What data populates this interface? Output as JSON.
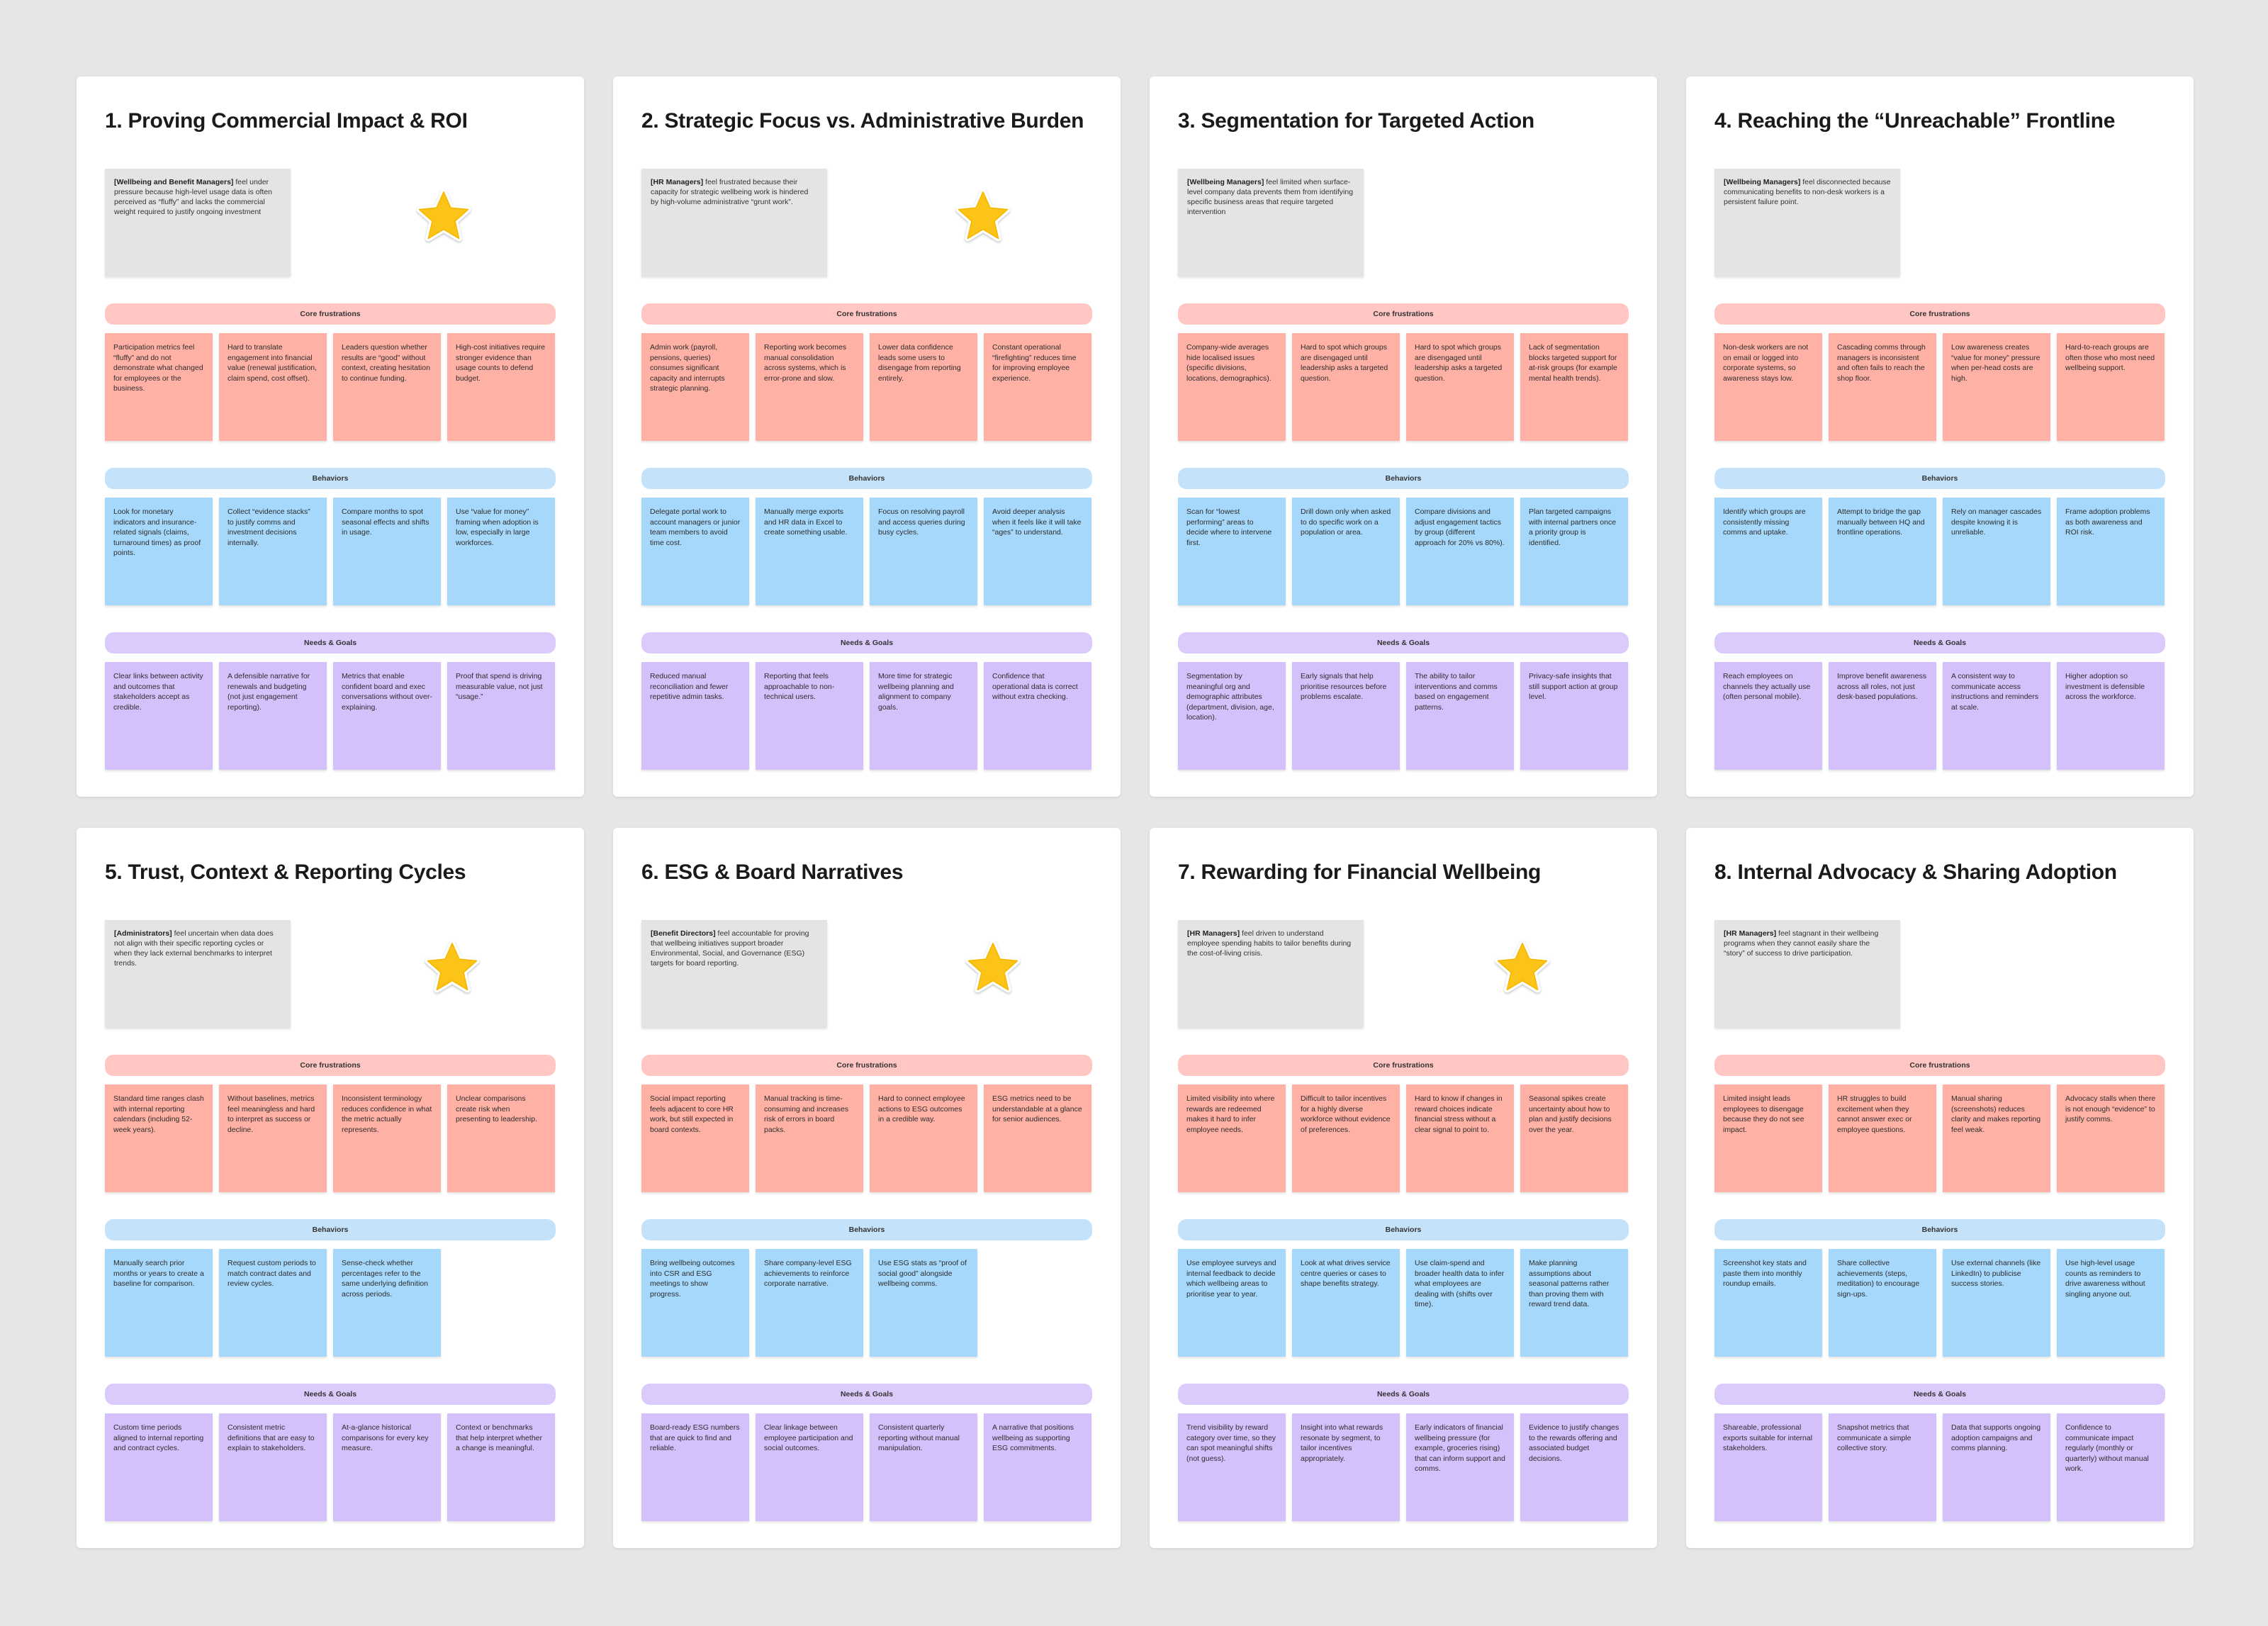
{
  "boards": [
    {
      "title": "1. Proving Commercial Impact & ROI",
      "persona_role": "[Wellbeing and Benefit Managers]",
      "persona_text": " feel under pressure because high-level usage data is often perceived as “fluffy” and lacks  the commercial weight required to justify ongoing investment",
      "starred": true,
      "frustrations_label": "Core frustrations",
      "frustrations": [
        "Participation metrics feel “fluffy” and do not demonstrate what changed for employees or the business.",
        "Hard to translate engagement into financial value (renewal justification, claim spend, cost offset).",
        "Leaders question whether results are “good” without context, creating hesitation to continue funding.",
        "High-cost initiatives require stronger evidence than usage counts to defend budget."
      ],
      "behaviors_label": "Behaviors",
      "behaviors": [
        "Look for monetary indicators and insurance-related signals (claims, turnaround times) as proof points.",
        "Collect “evidence stacks” to justify comms and investment decisions internally.",
        "Compare months to spot seasonal effects and shifts in usage.",
        "Use “value for money” framing when adoption is low, especially in large workforces."
      ],
      "needs_label": "Needs & Goals",
      "needs": [
        "Clear links between activity and outcomes that stakeholders accept as credible.",
        "A defensible narrative for renewals and budgeting (not just engagement reporting).",
        "Metrics that enable confident board and exec conversations without over-explaining.",
        "Proof that spend is driving measurable value, not just “usage.”"
      ]
    },
    {
      "title": "2. Strategic Focus vs. Administrative Burden",
      "persona_role": "[HR Managers]",
      "persona_text": " feel frustrated because their capacity for strategic wellbeing work is hindered by high-volume administrative “grunt work”.",
      "starred": true,
      "frustrations_label": "Core frustrations",
      "frustrations": [
        "Admin work (payroll, pensions, queries) consumes significant capacity and interrupts strategic planning.",
        "Reporting work becomes manual consolidation across systems, which is error-prone and slow.",
        "Lower data confidence leads some users to disengage from reporting entirely.",
        "Constant operational “firefighting” reduces time for improving employee experience."
      ],
      "behaviors_label": "Behaviors",
      "behaviors": [
        "Delegate portal work to account managers or junior team members to avoid time cost.",
        "Manually merge exports and HR data in Excel to create something usable.",
        "Focus on resolving payroll and access queries during busy cycles.",
        "Avoid deeper analysis when it feels like it will take “ages” to understand."
      ],
      "needs_label": "Needs & Goals",
      "needs": [
        "Reduced manual reconciliation and fewer repetitive admin tasks.",
        "Reporting that feels approachable to non-technical users.",
        "More time for strategic wellbeing planning and alignment to company goals.",
        "Confidence that operational data is correct without extra checking."
      ]
    },
    {
      "title": "3. Segmentation for Targeted Action",
      "persona_role": "[Wellbeing Managers]",
      "persona_text": " feel limited when surface-level company data prevents them from identifying specific business areas that require targeted intervention",
      "starred": false,
      "frustrations_label": "Core frustrations",
      "frustrations": [
        "Company-wide averages hide localised issues (specific divisions, locations, demographics).",
        "Hard to spot which groups are disengaged until leadership asks a targeted question.",
        "Hard to spot which groups are disengaged until leadership asks a targeted question.",
        "Lack of segmentation blocks targeted support for at-risk groups (for example mental health trends)."
      ],
      "behaviors_label": "Behaviors",
      "behaviors": [
        "Scan for “lowest performing” areas to decide where to intervene first.",
        "Drill down only when asked to do specific work on a population or area.",
        "Compare divisions and adjust engagement tactics by group (different approach for 20% vs 80%).",
        "Plan targeted campaigns with internal partners once a priority group is identified."
      ],
      "needs_label": "Needs & Goals",
      "needs": [
        "Segmentation by meaningful org and demographic attributes (department, division, age, location).",
        "Early signals that help prioritise resources before problems escalate.",
        "The ability to tailor interventions and comms based on engagement patterns.",
        "Privacy-safe insights that still support action at group level."
      ]
    },
    {
      "title": "4. Reaching the “Unreachable” Frontline",
      "persona_role": "[Wellbeing Managers]",
      "persona_text": " feel disconnected because communicating benefits to non-desk workers is a persistent failure point.",
      "starred": false,
      "frustrations_label": "Core frustrations",
      "frustrations": [
        "Non-desk workers are not on email or logged into corporate systems, so awareness stays low.",
        "Cascading comms through managers is inconsistent and often fails to reach the shop floor.",
        "Low awareness creates “value for money” pressure when per-head costs are high.",
        "Hard-to-reach groups are often those who most need wellbeing support."
      ],
      "behaviors_label": "Behaviors",
      "behaviors": [
        "Identify which groups are consistently missing comms and uptake.",
        "Attempt to bridge the gap manually between HQ and frontline operations.",
        "Rely on manager cascades despite knowing it is unreliable.",
        "Frame adoption problems as both awareness and ROI risk."
      ],
      "needs_label": "Needs & Goals",
      "needs": [
        "Reach employees on channels they actually use (often personal mobile).",
        "Improve benefit awareness across all roles, not just desk-based populations.",
        "A consistent way to communicate access instructions and reminders at scale.",
        "Higher adoption so investment is defensible across the workforce."
      ]
    },
    {
      "title": "5. Trust, Context & Reporting Cycles",
      "persona_role": "[Administrators]",
      "persona_text": " feel uncertain when data does not align with their specific reporting cycles or when they lack external benchmarks to interpret trends.",
      "starred": true,
      "frustrations_label": "Core frustrations",
      "frustrations": [
        "Standard time ranges clash with internal reporting calendars (including 52-week years).",
        "Without baselines, metrics feel meaningless and hard to interpret as success or decline.",
        "Inconsistent terminology reduces confidence in what the metric actually represents.",
        "Unclear comparisons create risk when presenting to leadership."
      ],
      "behaviors_label": "Behaviors",
      "behaviors": [
        "Manually search prior months or years to create a baseline for comparison.",
        "Request custom periods to match contract dates and review cycles.",
        "Sense-check whether percentages refer to the same underlying definition across periods."
      ],
      "needs_label": "Needs & Goals",
      "needs": [
        "Custom time periods aligned to internal reporting and contract cycles.",
        "Consistent metric definitions that are easy to explain to stakeholders.",
        "At-a-glance historical comparisons for every key measure.",
        "Context or benchmarks that help interpret whether a change is meaningful."
      ]
    },
    {
      "title": "6. ESG & Board Narratives",
      "persona_role": "[Benefit Directors]",
      "persona_text": " feel accountable for proving that wellbeing initiatives support broader Environmental, Social, and Governance (ESG) targets for board reporting.",
      "starred": true,
      "frustrations_label": "Core frustrations",
      "frustrations": [
        "Social impact reporting feels adjacent to core HR work, but still expected in board contexts.",
        "Manual tracking is time-consuming and increases risk of errors in board packs.",
        "Hard to connect employee actions to ESG outcomes in a credible way.",
        "ESG metrics need to be understandable at a glance for senior audiences."
      ],
      "behaviors_label": "Behaviors",
      "behaviors": [
        "Bring wellbeing outcomes into CSR and ESG meetings to show progress.",
        "Share company-level ESG achievements to reinforce corporate narrative.",
        "Use ESG stats as “proof of social good” alongside wellbeing comms."
      ],
      "needs_label": "Needs & Goals",
      "needs": [
        "Board-ready ESG numbers that are quick to find and reliable.",
        "Clear linkage between employee participation and social outcomes.",
        "Consistent quarterly reporting without manual manipulation.",
        "A narrative that positions wellbeing as supporting ESG commitments."
      ]
    },
    {
      "title": "7. Rewarding for Financial Wellbeing",
      "persona_role": "[HR Managers]",
      "persona_text": " feel driven to understand employee spending habits to tailor benefits during the cost-of-living crisis.",
      "starred": true,
      "frustrations_label": "Core frustrations",
      "frustrations": [
        "Limited visibility into where rewards are redeemed makes it hard to infer employee needs.",
        "Difficult to tailor incentives for a highly diverse workforce without evidence of preferences.",
        "Hard to know if changes in reward choices indicate financial stress without a clear signal to point to.",
        "Seasonal spikes create uncertainty about how to plan and justify decisions over the year."
      ],
      "behaviors_label": "Behaviors",
      "behaviors": [
        "Use employee surveys and internal feedback to decide which wellbeing areas to prioritise year to year.",
        "Look at what drives service centre queries or cases to shape benefits strategy.",
        "Use claim-spend and broader health data to infer what employees are dealing with (shifts over time).",
        "Make planning assumptions about seasonal patterns rather than proving them with reward trend data."
      ],
      "needs_label": "Needs & Goals",
      "needs": [
        "Trend visibility by reward category over time, so they can spot meaningful shifts (not guess).",
        "Insight into what rewards resonate by segment, to tailor incentives appropriately.",
        "Early indicators of financial wellbeing pressure (for example, groceries rising) that can inform support and comms.",
        "Evidence to justify changes to the rewards offering and associated budget decisions."
      ]
    },
    {
      "title": "8. Internal Advocacy & Sharing Adoption",
      "persona_role": "[HR Managers]",
      "persona_text": " feel stagnant in their wellbeing programs when they cannot easily share the “story” of success to drive participation.",
      "starred": false,
      "frustrations_label": "Core frustrations",
      "frustrations": [
        "Limited insight leads employees to disengage because they do not see impact.",
        "HR struggles to build excitement when they cannot answer exec or employee questions.",
        "Manual sharing (screenshots) reduces clarity and makes reporting feel weak.",
        "Advocacy stalls when there is not enough “evidence” to justify comms."
      ],
      "behaviors_label": "Behaviors",
      "behaviors": [
        "Screenshot key stats and paste them into monthly roundup emails.",
        "Share collective achievements (steps, meditation) to encourage sign-ups.",
        "Use external channels (like LinkedIn) to publicise success stories.",
        "Use high-level usage counts as reminders to drive awareness without singling anyone out."
      ],
      "needs_label": "Needs & Goals",
      "needs": [
        "Shareable, professional exports suitable for internal stakeholders.",
        "Snapshot metrics that communicate a simple collective story.",
        "Data that supports ongoing adoption campaigns and comms planning.",
        "Confidence to communicate impact regularly (monthly or quarterly) without manual work."
      ]
    }
  ]
}
